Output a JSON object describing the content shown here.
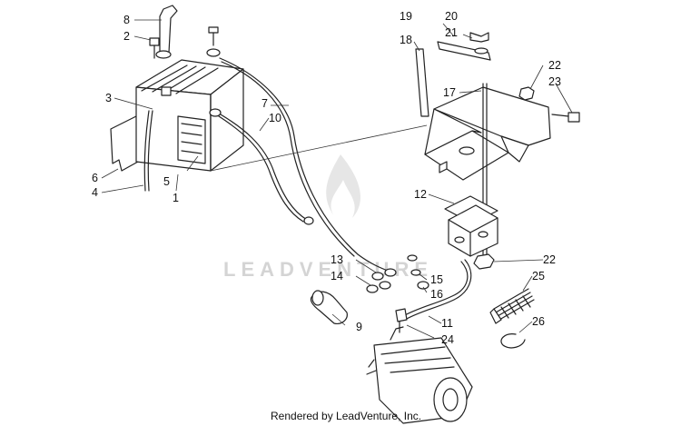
{
  "watermark": {
    "text": "LEADVENTURE",
    "icon": "flame-icon"
  },
  "credit": "Rendered by LeadVenture, Inc.",
  "callouts": [
    {
      "id": "c1",
      "label": "1"
    },
    {
      "id": "c2",
      "label": "2"
    },
    {
      "id": "c3",
      "label": "3"
    },
    {
      "id": "c4",
      "label": "4"
    },
    {
      "id": "c5",
      "label": "5"
    },
    {
      "id": "c6",
      "label": "6"
    },
    {
      "id": "c7",
      "label": "7"
    },
    {
      "id": "c8",
      "label": "8"
    },
    {
      "id": "c9",
      "label": "9"
    },
    {
      "id": "c10",
      "label": "10"
    },
    {
      "id": "c11",
      "label": "11"
    },
    {
      "id": "c12",
      "label": "12"
    },
    {
      "id": "c13",
      "label": "13"
    },
    {
      "id": "c14",
      "label": "14"
    },
    {
      "id": "c15",
      "label": "15"
    },
    {
      "id": "c16",
      "label": "16"
    },
    {
      "id": "c17",
      "label": "17"
    },
    {
      "id": "c18",
      "label": "18"
    },
    {
      "id": "c19",
      "label": "19"
    },
    {
      "id": "c20",
      "label": "20"
    },
    {
      "id": "c21",
      "label": "21"
    },
    {
      "id": "c22a",
      "label": "22"
    },
    {
      "id": "c22b",
      "label": "22"
    },
    {
      "id": "c23",
      "label": "23"
    },
    {
      "id": "c24",
      "label": "24"
    },
    {
      "id": "c25",
      "label": "25"
    },
    {
      "id": "c26",
      "label": "26"
    }
  ]
}
